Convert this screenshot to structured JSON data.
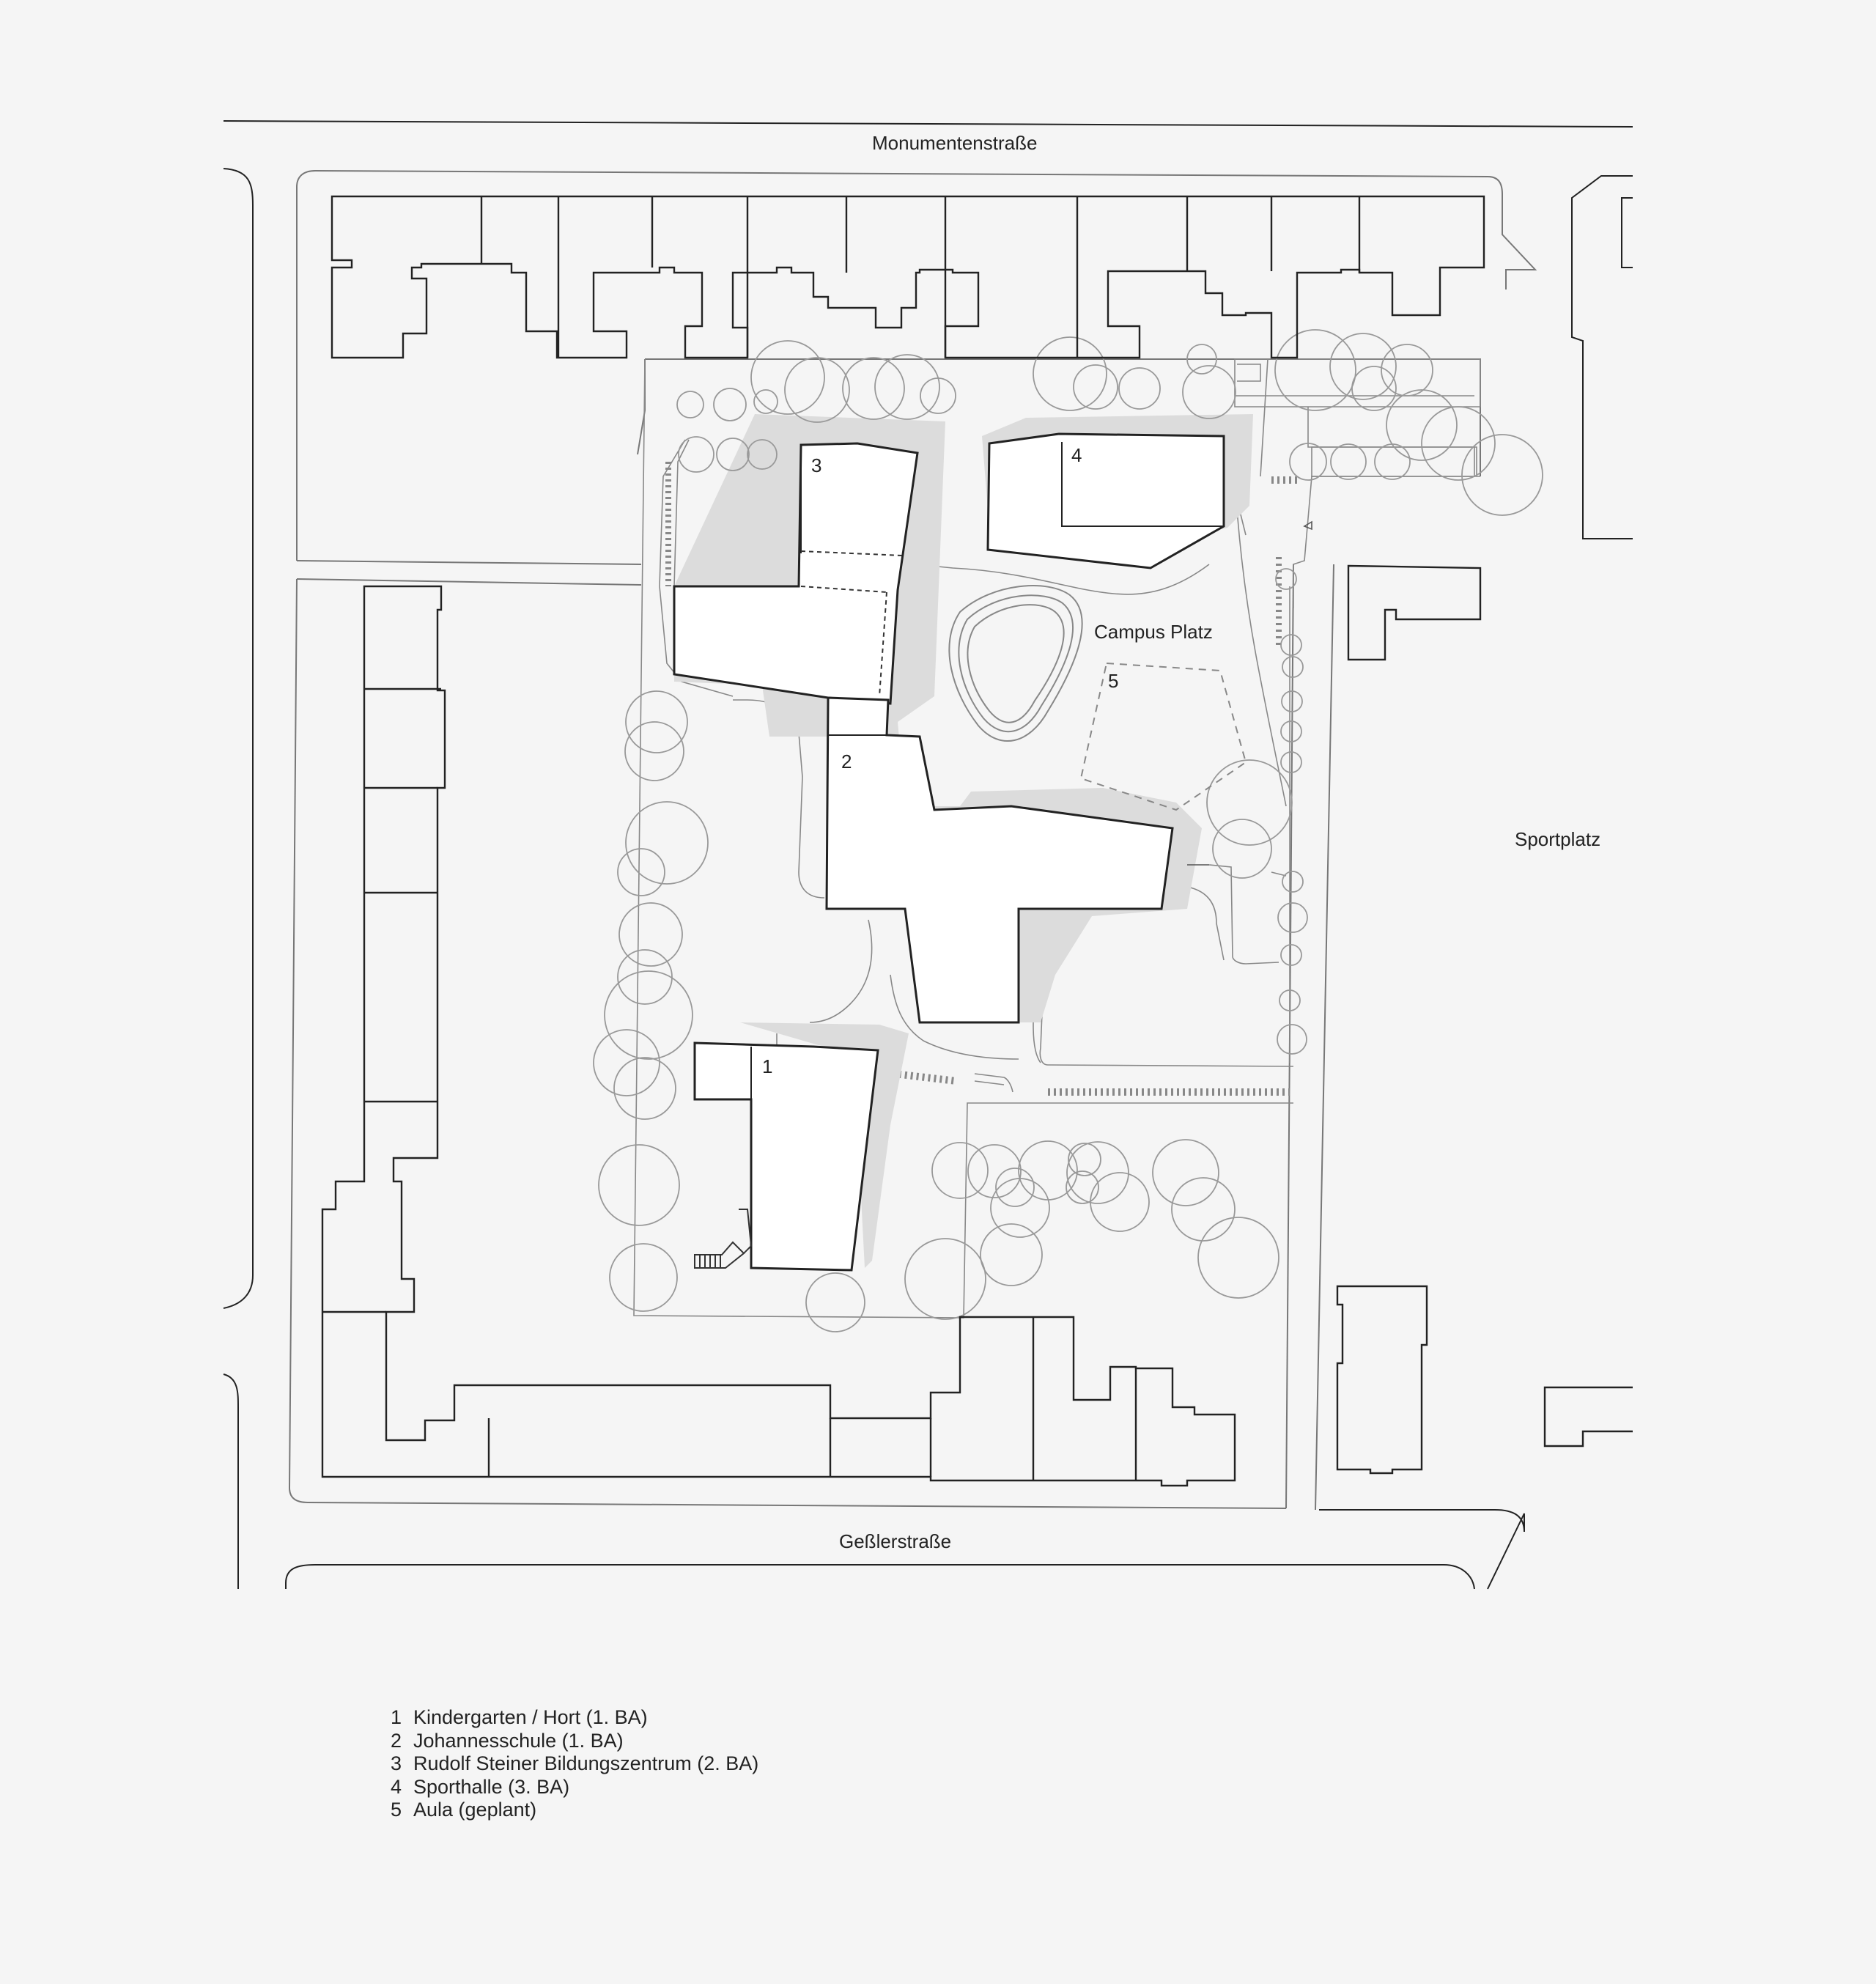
{
  "streets": {
    "north": "Monumentenstraße",
    "south": "Geßlerstraße"
  },
  "areas": {
    "campus_platz": "Campus Platz",
    "sportplatz": "Sportplatz"
  },
  "buildings": [
    {
      "num": "1"
    },
    {
      "num": "2"
    },
    {
      "num": "3"
    },
    {
      "num": "4"
    },
    {
      "num": "5"
    }
  ],
  "legend": [
    {
      "num": "1",
      "label": "Kindergarten / Hort (1. BA)"
    },
    {
      "num": "2",
      "label": "Johannesschule (1. BA)"
    },
    {
      "num": "3",
      "label": "Rudolf Steiner Bildungszentrum (2. BA)"
    },
    {
      "num": "4",
      "label": "Sporthalle (3. BA)"
    },
    {
      "num": "5",
      "label": "Aula (geplant)"
    }
  ],
  "colors": {
    "background": "#f5f5f5",
    "outline": "#222222",
    "thin_line": "#777777",
    "tree": "#9a9a9a",
    "shadow": "#dcdcdc",
    "building_fill": "#ffffff"
  }
}
